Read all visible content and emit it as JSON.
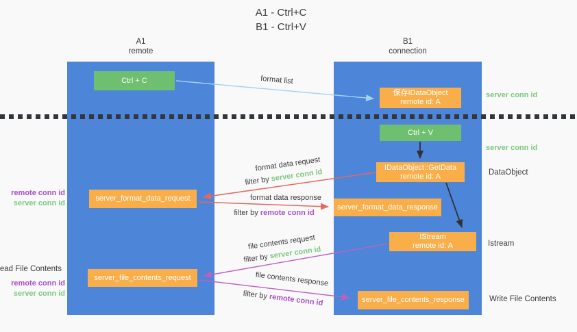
{
  "title": {
    "line1": "A1 - Ctrl+C",
    "line2": "B1 - Ctrl+V"
  },
  "lanes": {
    "a1": {
      "name": "A1",
      "role": "remote"
    },
    "b1": {
      "name": "B1",
      "role": "connection"
    }
  },
  "nodes": {
    "ctrl_c": {
      "label": "Ctrl + C"
    },
    "save_dataobject": {
      "line1": "保存IDataObject",
      "line2": "remote id: A"
    },
    "ctrl_v": {
      "label": "Ctrl + V"
    },
    "getdata": {
      "line1": "IDataObject::GetData",
      "line2": "remote id: A"
    },
    "format_request": {
      "label": "server_format_data_request"
    },
    "format_response": {
      "label": "server_format_data_response"
    },
    "istream": {
      "line1": "IStream",
      "line2": "remote id: A"
    },
    "file_request": {
      "label": "server_file_contents_request"
    },
    "file_response": {
      "label": "server_file_contents_response"
    }
  },
  "edge_labels": {
    "format_list": "format list",
    "format_data_request": "format data request",
    "format_data_response": "format data response",
    "file_contents_request": "file contents request",
    "file_contents_response": "file contents response",
    "filter_by": "filter by ",
    "server_conn_id": "server conn id",
    "remote_conn_id": "remote conn id"
  },
  "annotations": {
    "server_conn_id_top": "server conn id",
    "server_conn_id_mid": "server conn id",
    "dataobject": "DataObject",
    "istream": "Istream",
    "write_file_contents": "Write File Contents",
    "read_file_contents": "Read File Contents",
    "remote_conn_id_left_1": "remote conn id",
    "server_conn_id_left_1": "server conn id",
    "remote_conn_id_left_2": "remote conn id",
    "server_conn_id_left_2": "server conn id"
  },
  "colors": {
    "lane_blue": "#4d85d8",
    "node_green": "#6ebf70",
    "node_orange": "#f9ae4a",
    "arrow_red": "#e5685c",
    "arrow_magenta": "#c05fc0",
    "arrow_blue": "#a3d2ef",
    "arrow_black": "#303030",
    "text_green": "#7cc87f",
    "text_purple": "#a650c8",
    "text_dark": "#3b3b3b",
    "bg": "#f9f9f9"
  }
}
